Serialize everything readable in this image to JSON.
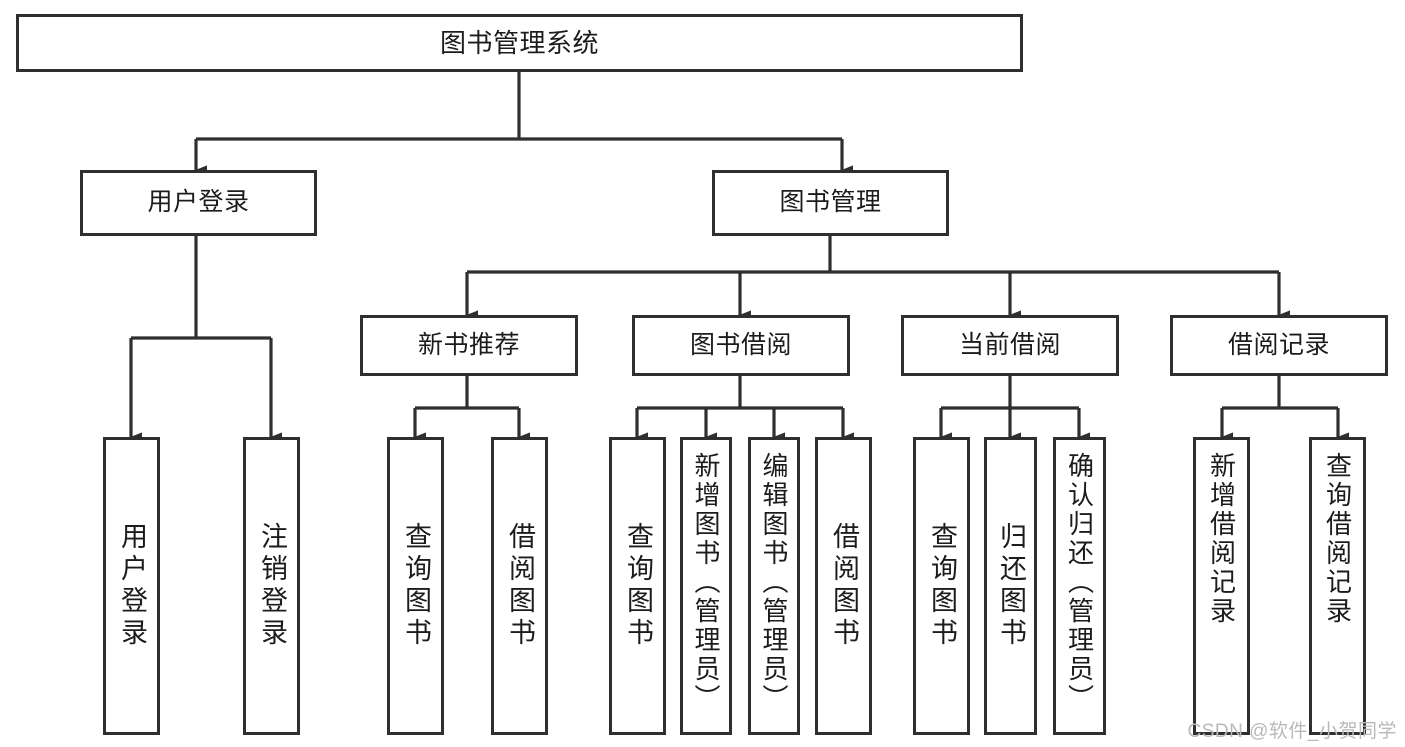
{
  "diagram": {
    "title": "图书管理系统",
    "type": "tree",
    "orientation": "top-down",
    "colors": {
      "background": "#ffffff",
      "node_border": "#2f2f2f",
      "node_fill": "#ffffff",
      "connector": "#2f2f2f",
      "text": "#1c1c1c",
      "watermark": "#b9b9b9"
    },
    "nodes": {
      "root": {
        "label": "图书管理系统"
      },
      "level1": [
        {
          "label": "用户登录"
        },
        {
          "label": "图书管理"
        }
      ],
      "level2": [
        {
          "label": "新书推荐"
        },
        {
          "label": "图书借阅"
        },
        {
          "label": "当前借阅"
        },
        {
          "label": "借阅记录"
        }
      ],
      "leaves": {
        "user_login": [
          {
            "label": "用户登录"
          },
          {
            "label": "注销登录"
          }
        ],
        "new_book_recommend": [
          {
            "label": "查询图书"
          },
          {
            "label": "借阅图书"
          }
        ],
        "book_borrow": [
          {
            "label": "查询图书"
          },
          {
            "label": "新增图书（管理员）"
          },
          {
            "label": "编辑图书（管理员）"
          },
          {
            "label": "借阅图书"
          }
        ],
        "current_borrow": [
          {
            "label": "查询图书"
          },
          {
            "label": "归还图书"
          },
          {
            "label": "确认归还（管理员）"
          }
        ],
        "borrow_record": [
          {
            "label": "新增借阅记录"
          },
          {
            "label": "查询借阅记录"
          }
        ]
      }
    }
  },
  "watermark": {
    "text": "CSDN @软件_小贺同学"
  }
}
